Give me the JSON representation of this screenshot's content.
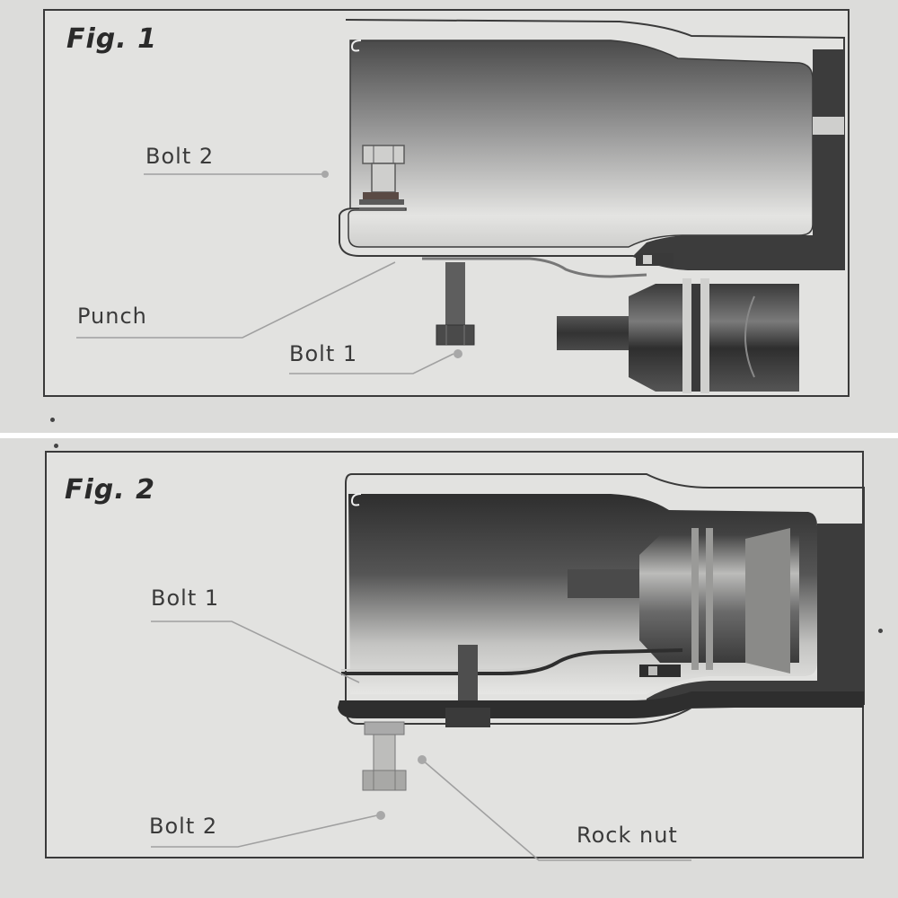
{
  "figures": [
    {
      "title": "Fig. 1",
      "labels": {
        "bolt2": "Bolt 2",
        "punch": "Punch",
        "bolt1": "Bolt 1"
      }
    },
    {
      "title": "Fig. 2",
      "labels": {
        "bolt1": "Bolt 1",
        "bolt2": "Bolt 2",
        "rock_nut": "Rock nut"
      }
    }
  ],
  "colors": {
    "background": "#dcdcda",
    "panel": "#e2e2e0",
    "border": "#3a3a3a",
    "metal_dark": "#3c3c3c",
    "metal_light": "#d8d8d6",
    "leader_line": "#a0a0a0"
  }
}
